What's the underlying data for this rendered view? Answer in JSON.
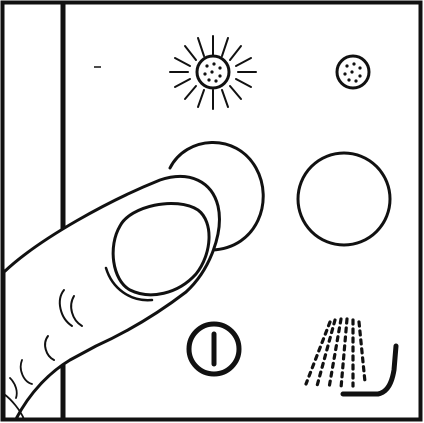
{
  "panel": {
    "indicator_lights": [
      {
        "name": "left-indicator",
        "state": "lit"
      },
      {
        "name": "right-indicator",
        "state": "unlit"
      }
    ],
    "buttons": [
      {
        "name": "left-button",
        "state": "pressed"
      },
      {
        "name": "right-button",
        "state": "released"
      }
    ],
    "symbols": [
      {
        "name": "power-icon"
      },
      {
        "name": "spray-hand-icon"
      }
    ]
  },
  "colors": {
    "ink": "#111111",
    "paper": "#ffffff"
  }
}
